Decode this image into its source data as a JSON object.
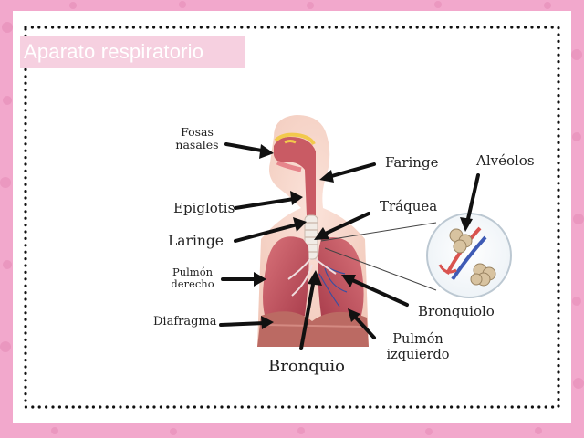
{
  "slide": {
    "title": "Aparato respiratorio"
  },
  "labels": {
    "fosas_nasales": [
      "Fosas",
      "nasales"
    ],
    "faringe": "Faringe",
    "alveolos": "Alvéolos",
    "epiglotis": "Epiglotis",
    "traquea": "Tráquea",
    "laringe": "Laringe",
    "pulmon_derecho": [
      "Pulmón",
      "derecho"
    ],
    "diafragma": "Diafragma",
    "bronquiolo": "Bronquiolo",
    "pulmon_izquierdo": [
      "Pulmón",
      "izquierdo"
    ],
    "bronquio": "Bronquio"
  },
  "colors": {
    "page_background": "#f2a8cc",
    "slide_background": "#ffffff",
    "title_box": "#f6d0e0",
    "title_text": "#ffffff",
    "dotted_border": "#111111",
    "arrow": "#111111"
  }
}
